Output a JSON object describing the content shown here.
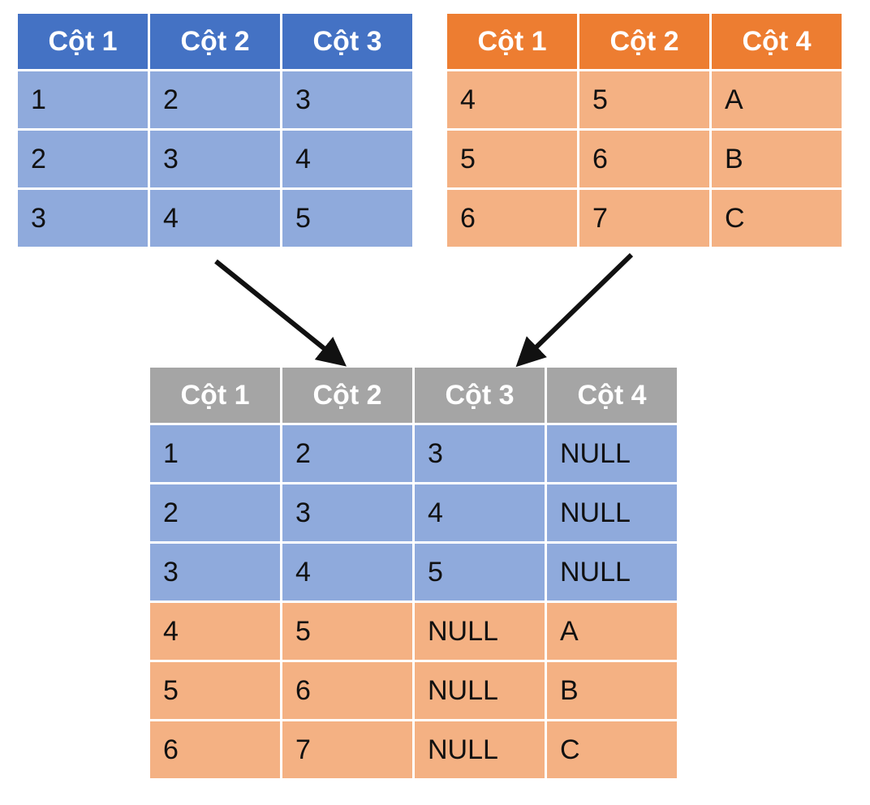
{
  "left_table": {
    "headers": [
      "Cột 1",
      "Cột 2",
      "Cột 3"
    ],
    "rows": [
      [
        "1",
        "2",
        "3"
      ],
      [
        "2",
        "3",
        "4"
      ],
      [
        "3",
        "4",
        "5"
      ]
    ]
  },
  "right_table": {
    "headers": [
      "Cột 1",
      "Cột 2",
      "Cột 4"
    ],
    "rows": [
      [
        "4",
        "5",
        "A"
      ],
      [
        "5",
        "6",
        "B"
      ],
      [
        "6",
        "7",
        "C"
      ]
    ]
  },
  "result_table": {
    "headers": [
      "Cột 1",
      "Cột 2",
      "Cột 3",
      "Cột 4"
    ],
    "rows": [
      [
        "1",
        "2",
        "3",
        "NULL"
      ],
      [
        "2",
        "3",
        "4",
        "NULL"
      ],
      [
        "3",
        "4",
        "5",
        "NULL"
      ],
      [
        "4",
        "5",
        "NULL",
        "A"
      ],
      [
        "5",
        "6",
        "NULL",
        "B"
      ],
      [
        "6",
        "7",
        "NULL",
        "C"
      ]
    ],
    "row_sources": [
      "left",
      "left",
      "left",
      "right",
      "right",
      "right"
    ]
  },
  "colors": {
    "left_header": "#4472c4",
    "left_cell": "#8faadc",
    "right_header": "#ed7d31",
    "right_cell": "#f4b183",
    "result_header": "#a5a5a5",
    "arrow": "#111111"
  }
}
